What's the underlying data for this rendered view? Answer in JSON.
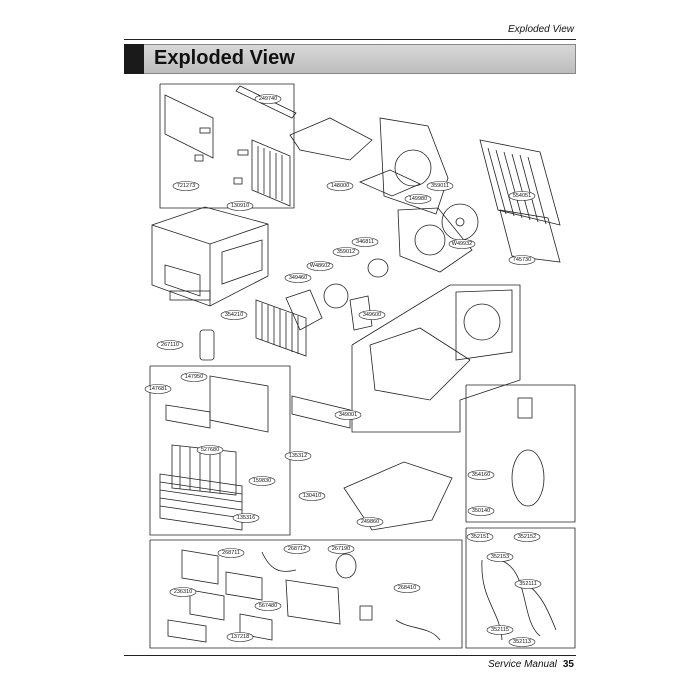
{
  "header": {
    "section_title": "Exploded View"
  },
  "title": "Exploded View",
  "footer": {
    "manual": "Service Manual",
    "page": "35"
  },
  "part_labels": {
    "p249740": "249740",
    "p721273": "721273",
    "p148000": "148000",
    "p149980": "149980",
    "p359011": "359011",
    "p554051": "554051",
    "p130910": "130910",
    "p346811": "346811",
    "p359012": "359012",
    "pW4860": "W48602",
    "pW4992": "W49932",
    "p745730": "745730",
    "p349460": "349460",
    "p354210": "354210",
    "p349600": "349600",
    "p267110": "267110",
    "p147950": "147950",
    "p147681": "147681",
    "p349001": "349001",
    "p527680": "527680",
    "p135312": "135312",
    "p159830": "159830",
    "p354160": "354160",
    "p350140": "350140",
    "p130410": "130410",
    "p135316": "135316",
    "p249860": "249860",
    "p352151": "352151",
    "p352152": "352152",
    "p352153": "352153",
    "p352111": "352111",
    "p352115": "352115",
    "p352113": "352113",
    "p268711": "268711",
    "p268712": "268712",
    "p267190": "267190",
    "p236310": "236310",
    "p567480": "567480",
    "p137218": "137218",
    "p268410": "268410"
  }
}
